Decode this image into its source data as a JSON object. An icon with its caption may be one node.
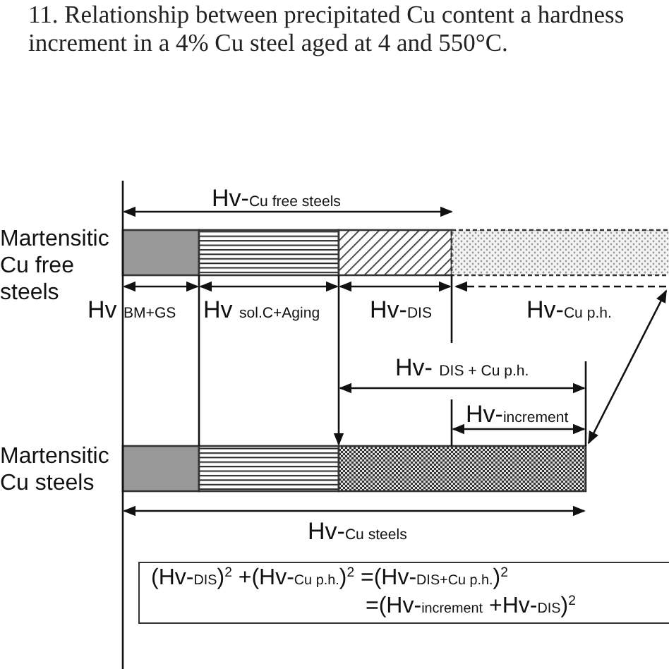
{
  "diagram": {
    "caption": "11. Relationship between precipitated Cu content a hardness increment in a 4% Cu steel aged at 4 and 550°C.",
    "nodes": [
      {
        "text": [
          "(Hv-$_{DIS}$)$^{2}$ +(Hv-$_{Cu p.h.}$)$^{2}$ =(Hv-$_{DIS+Cu p.h.}$)$^{2}$",
          "=(Hv-$_{increment}$ +Hv-$_{DIS}$)$^{2}$"
        ]
      }
    ],
    "labels": [
      "Hv-$_{Cu free steels}$",
      "Martensitic Cu free steels",
      "Hv $_{BM+GS}$",
      "Hv $_{sol.C+Aging}$",
      "Hv-$_{DIS}$",
      "Hv-$_{Cu p.h.}$",
      "Hv- $_{DIS + Cu p.h.}$",
      "Hv-$_{increment}$",
      "Martensitic Cu steels",
      "Hv-$_{Cu steels}$"
    ]
  }
}
